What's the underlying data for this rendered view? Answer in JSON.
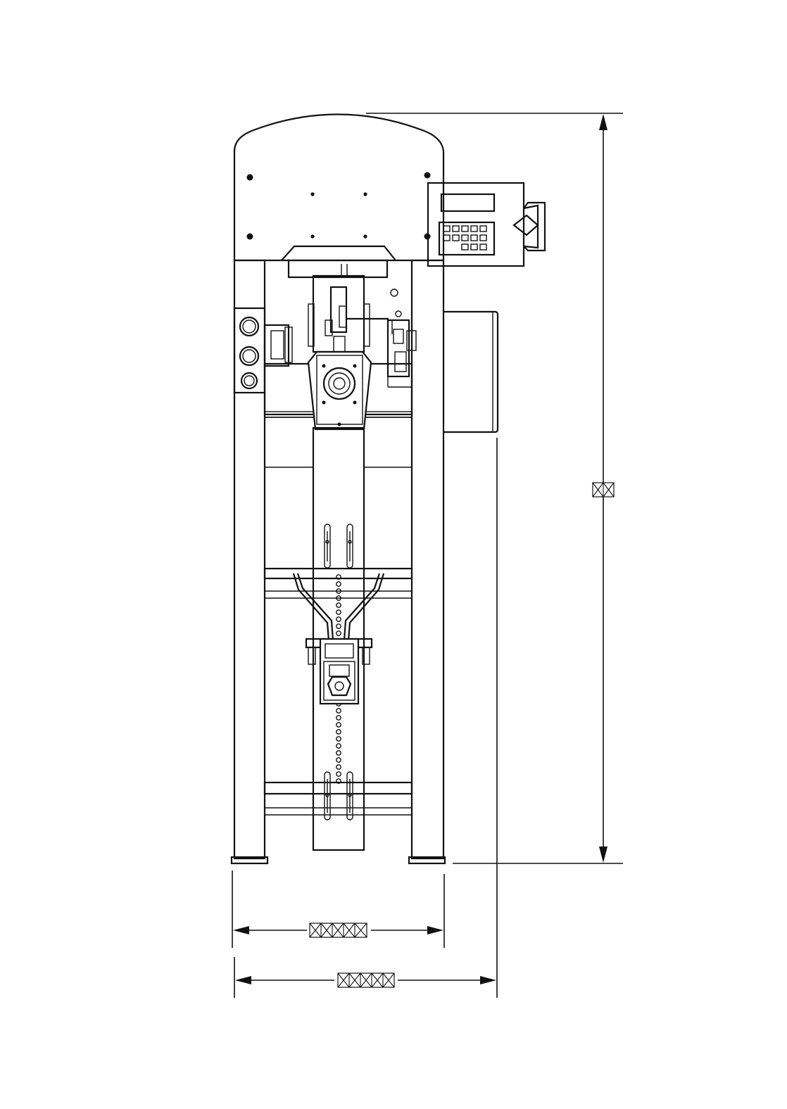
{
  "drawing": {
    "view": "front-elevation",
    "line_color": "#111111",
    "background_color": "#ffffff"
  },
  "dimensions": {
    "height": {
      "glyph_count": 2
    },
    "inner_width": {
      "glyph_count": 5
    },
    "overall_width": {
      "glyph_count": 5
    }
  }
}
